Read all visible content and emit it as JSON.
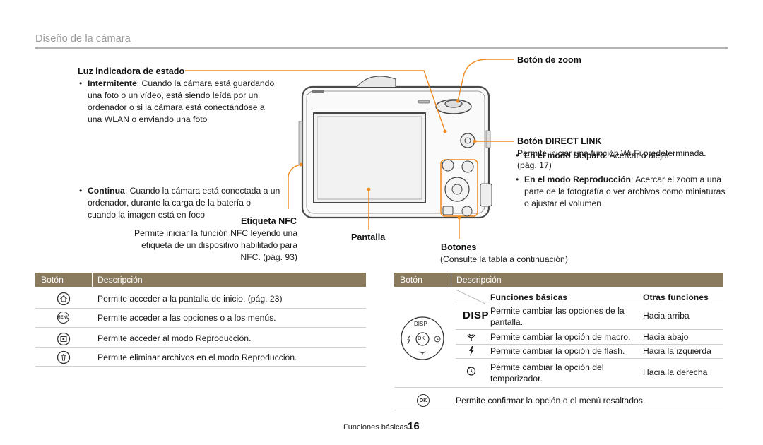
{
  "header": {
    "section_title": "Diseño de la cámara"
  },
  "left_callouts": {
    "status_light": {
      "title": "Luz indicadora de estado",
      "items": [
        {
          "label": "Intermitente",
          "text": ": Cuando la cámara está guardando una foto o un vídeo, está siendo leída por un ordenador o si la cámara está conectándose a una WLAN o enviando una foto"
        },
        {
          "label": "Continua",
          "text": ": Cuando la cámara está conectada a un ordenador, durante la carga de la batería o cuando la imagen está en foco"
        }
      ]
    },
    "nfc": {
      "title": "Etiqueta NFC",
      "text": "Permite iniciar la función NFC leyendo una etiqueta de un dispositivo habilitado para NFC. (pág. 93)"
    }
  },
  "center_callouts": {
    "screen": "Pantalla"
  },
  "right_callouts": {
    "zoom": {
      "title": "Botón de zoom",
      "items": [
        {
          "label": "En el modo Disparo",
          "text": ": Acercar o alejar"
        },
        {
          "label": "En el modo Reproducción",
          "text": ": Acercar el zoom a una parte de la fotografía o ver archivos como miniaturas o ajustar el volumen"
        }
      ]
    },
    "direct_link": {
      "title": "Botón DIRECT LINK",
      "text": "Permite iniciar una función Wi-Fi predeterminada. (pág. 17)"
    },
    "buttons": {
      "title": "Botones",
      "text": "(Consulte la tabla a continuación)"
    }
  },
  "left_table": {
    "headers": [
      "Botón",
      "Descripción"
    ],
    "rows": [
      {
        "icon": "home-icon",
        "text": "Permite acceder a la pantalla de inicio. (pág. 23)"
      },
      {
        "icon": "menu-icon",
        "icon_label": "MENU",
        "text": "Permite acceder a las opciones o a los menús."
      },
      {
        "icon": "playback-icon",
        "text": "Permite acceder al modo Reproducción."
      },
      {
        "icon": "trash-icon",
        "text": "Permite eliminar archivos en el modo Reproducción."
      }
    ]
  },
  "right_table": {
    "headers": [
      "Botón",
      "Descripción"
    ],
    "sub_headers": [
      "Funciones básicas",
      "Otras funciones"
    ],
    "dial": {
      "disp": "DISP",
      "ok": "OK"
    },
    "rows": [
      {
        "icon": "disp-icon",
        "icon_label": "DISP",
        "basic": "Permite cambiar las opciones de la pantalla.",
        "other": "Hacia arriba"
      },
      {
        "icon": "macro-icon",
        "basic": "Permite cambiar la opción de macro.",
        "other": "Hacia abajo"
      },
      {
        "icon": "flash-icon",
        "basic": "Permite cambiar la opción de flash.",
        "other": "Hacia la izquierda"
      },
      {
        "icon": "timer-icon",
        "basic": "Permite cambiar la opción del temporizador.",
        "other": "Hacia la derecha"
      }
    ],
    "ok_row": {
      "icon": "ok-icon",
      "icon_label": "OK",
      "text": "Permite confirmar la opción o el menú resaltados."
    }
  },
  "footer": {
    "section": "Funciones básicas",
    "page": "16"
  },
  "colors": {
    "accent": "#f08a1e",
    "table_header": "#8a7b5e",
    "title_gray": "#9a9a9a"
  }
}
